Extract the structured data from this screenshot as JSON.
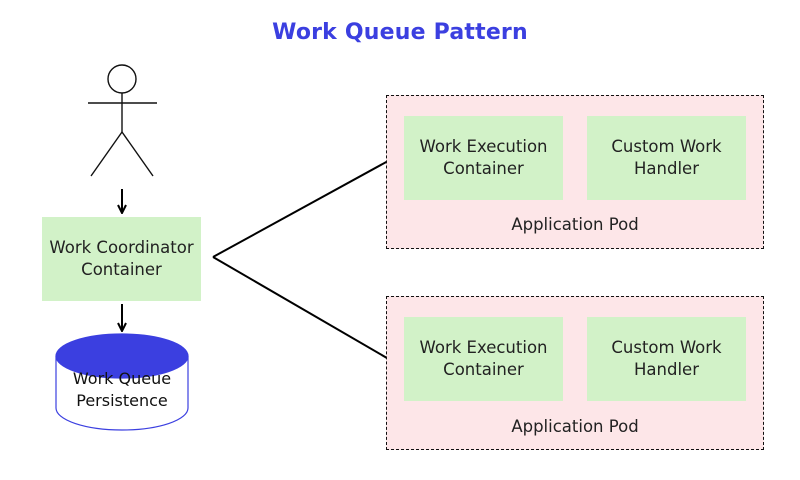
{
  "title": "Work Queue Pattern",
  "coordinator": {
    "label_line1": "Work Coordinator",
    "label_line2": "Container"
  },
  "persistence": {
    "label_line1": "Work Queue",
    "label_line2": "Persistence"
  },
  "pods": [
    {
      "label": "Application Pod",
      "execution_line1": "Work Execution",
      "execution_line2": "Container",
      "handler_line1": "Custom Work",
      "handler_line2": "Handler"
    },
    {
      "label": "Application Pod",
      "execution_line1": "Work Execution",
      "execution_line2": "Container",
      "handler_line1": "Custom Work",
      "handler_line2": "Handler"
    }
  ],
  "colors": {
    "title": "#3b3fe0",
    "container_fill": "#d2f2c8",
    "pod_fill": "#fde6e8",
    "database_fill": "#3b3fe0"
  }
}
